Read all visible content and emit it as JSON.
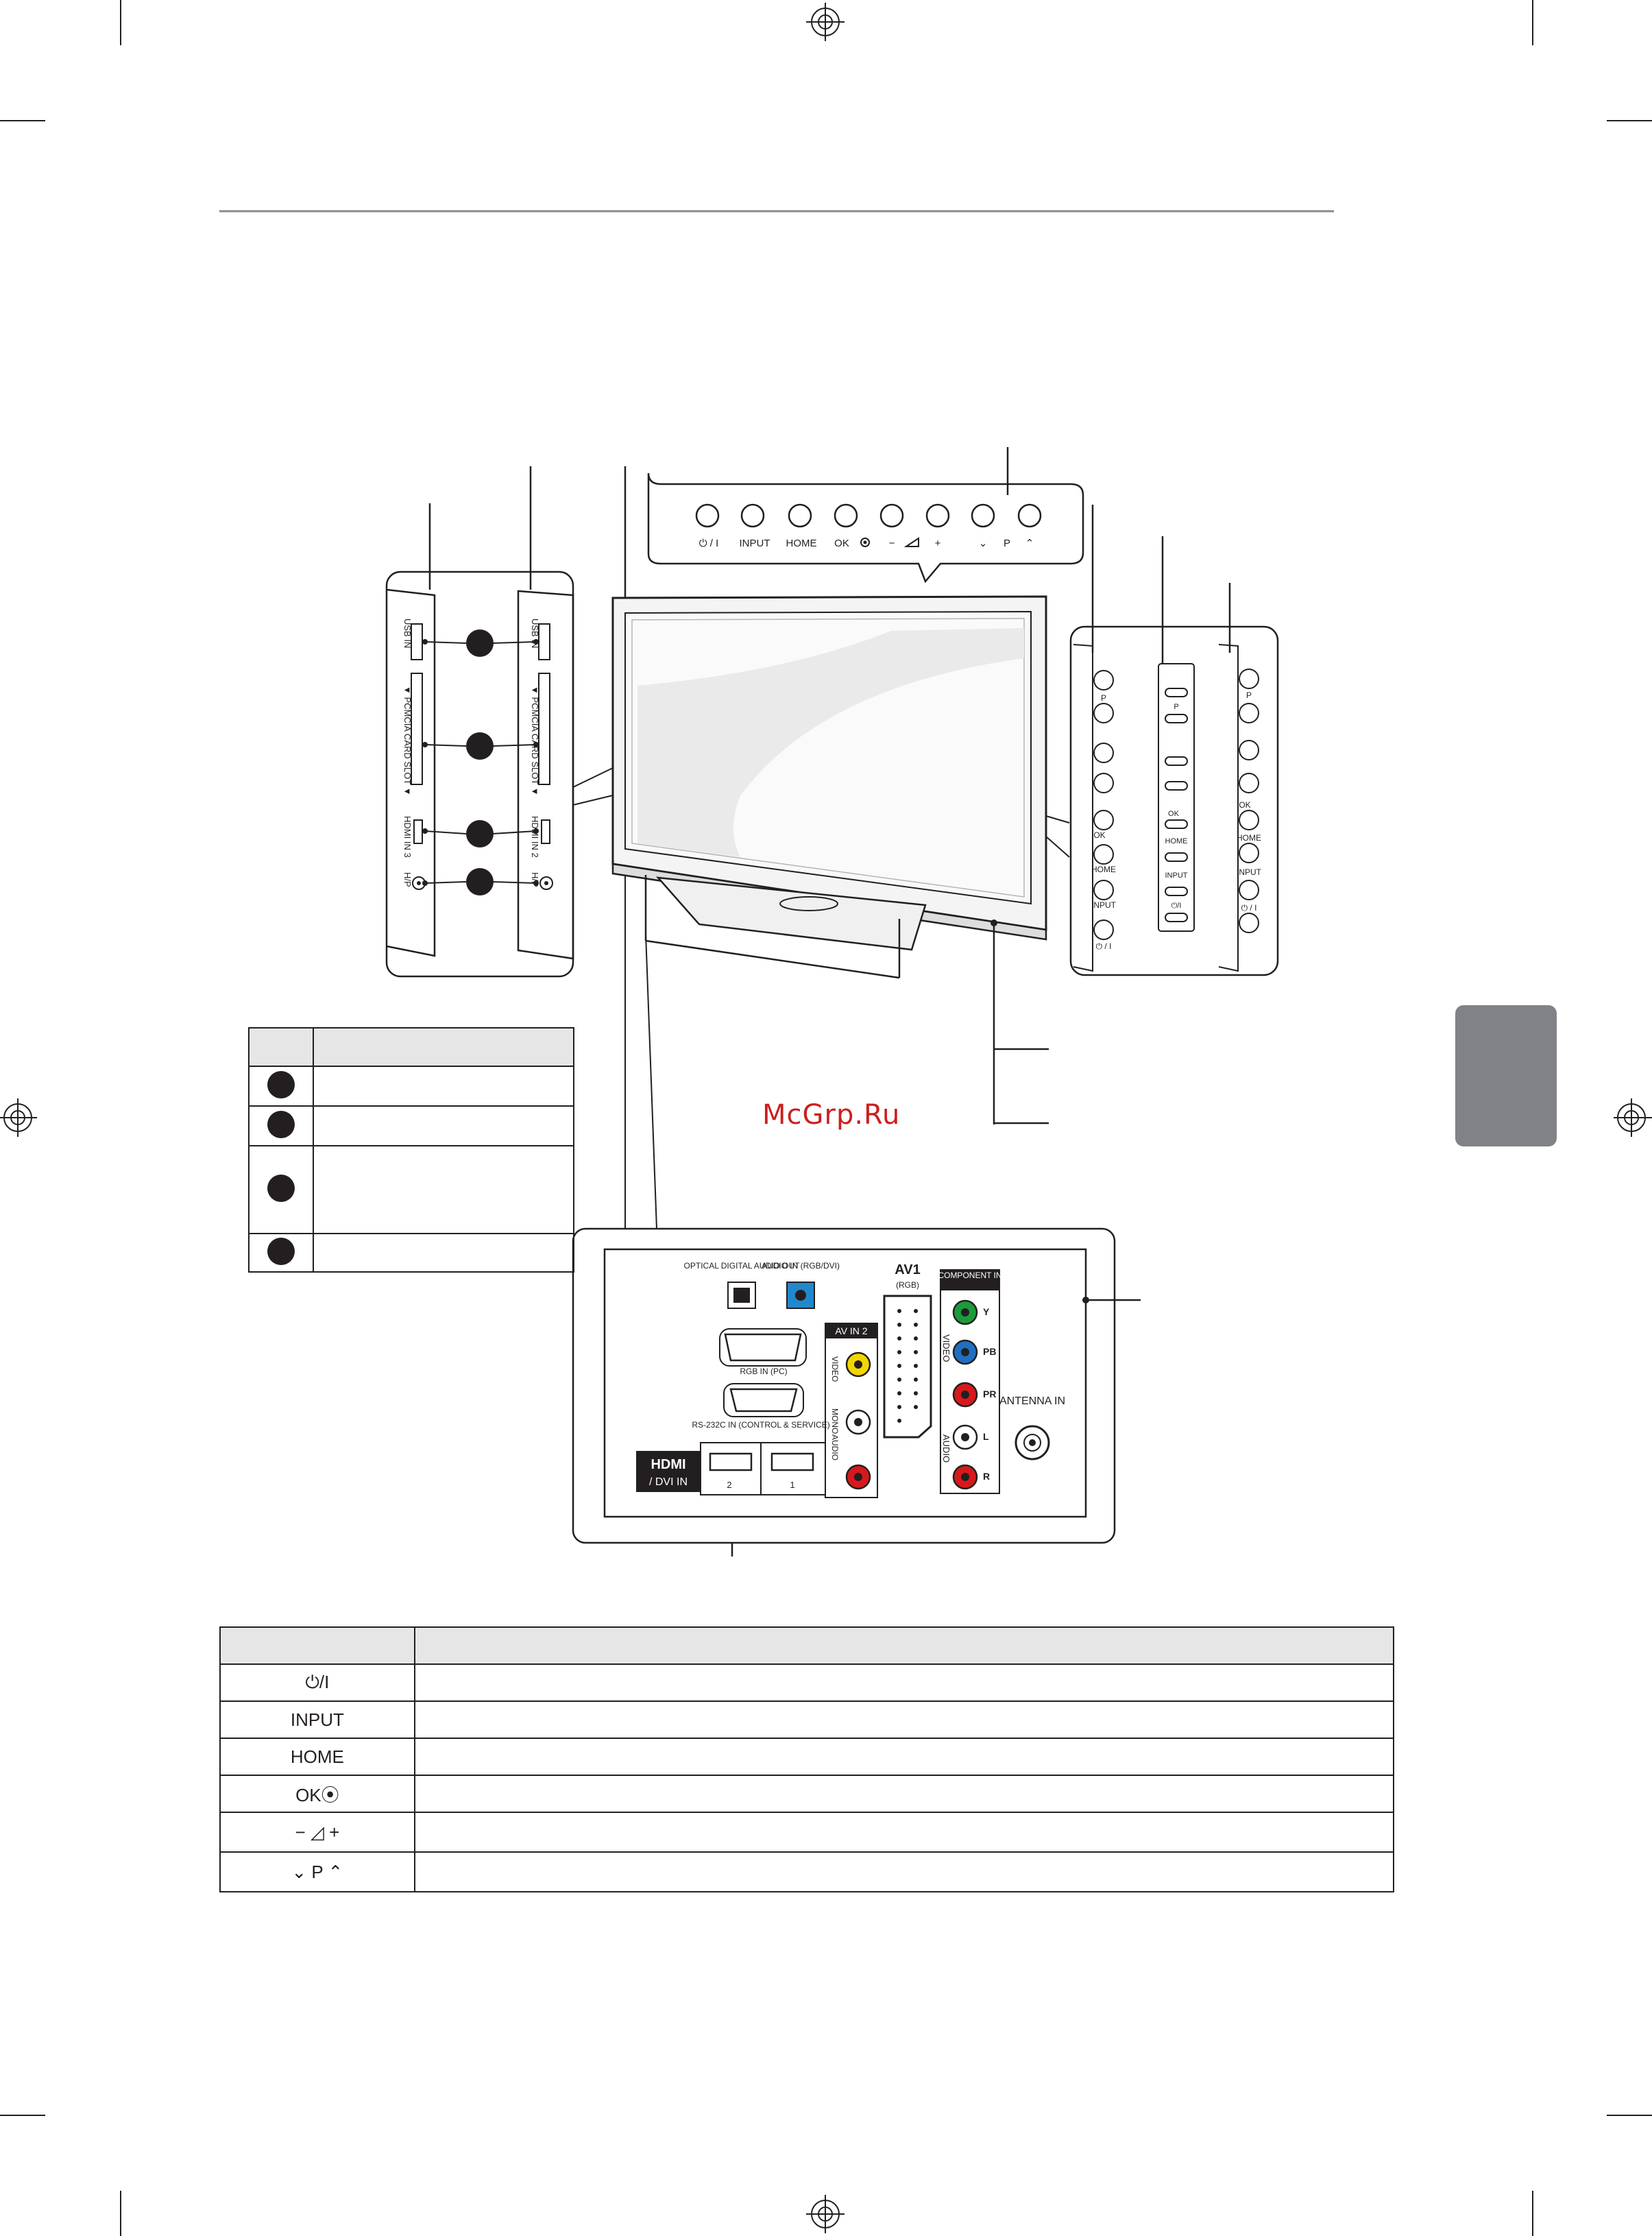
{
  "watermark": "McGrp.Ru",
  "top_button_panel": {
    "labels": [
      "⏻ / I",
      "INPUT",
      "HOME",
      "OK",
      "−",
      "+",
      "⌄",
      "P",
      "⌃"
    ]
  },
  "side_panel_left": {
    "outer_labels": [
      "USB IN",
      "▼ PCMCIA CARD SLOT ▼",
      "HDMI IN 3",
      "H/P"
    ],
    "inner_labels": [
      "USB IN",
      "▼ PCMCIA CARD SLOT ▼",
      "HDMI IN 2",
      "H/P"
    ]
  },
  "side_panel_right": {
    "col1": [
      "P",
      "OK",
      "HOME",
      "INPUT",
      "⏻ / I"
    ],
    "col2": [
      "P",
      "OK",
      "HOME",
      "INPUT",
      "⏻/I"
    ],
    "col3": [
      "P",
      "OK",
      "HOME",
      "INPUT",
      "⏻ / I"
    ]
  },
  "rear_panel": {
    "optical_label": "OPTICAL DIGITAL AUDIO OUT",
    "audio_in_label": "AUDIO IN (RGB/DVI)",
    "rgb_label": "RGB IN (PC)",
    "rs232_label": "RS-232C IN (CONTROL & SERVICE)",
    "hdmi_badge": "HDMI",
    "dvi_label": "/ DVI IN",
    "hdmi_ports": [
      "2",
      "1"
    ],
    "av_in2_label": "AV IN 2",
    "av_in2_side": [
      "VIDEO",
      "MONO",
      "AUDIO"
    ],
    "av1_label": "AV1",
    "av1_sub": "(RGB)",
    "component_label": "COMPONENT IN",
    "component_jacks": [
      "Y",
      "PB",
      "PR",
      "L",
      "R"
    ],
    "component_side": [
      "VIDEO",
      "AUDIO"
    ],
    "antenna_label": "ANTENNA IN"
  },
  "legend_table": {
    "rows": 4
  },
  "buttons_table": {
    "rows": [
      {
        "button": "⏻/I"
      },
      {
        "button": "INPUT"
      },
      {
        "button": "HOME"
      },
      {
        "button": "OK⦿"
      },
      {
        "button": "−  ◿  +"
      },
      {
        "button": "⌄  P  ⌃"
      }
    ]
  },
  "colors": {
    "ink": "#231f20",
    "tab_gray": "#808285",
    "header_gray": "#e6e6e6",
    "jack_yellow": "#f2d600",
    "jack_red": "#d7191c",
    "jack_green": "#1a9c3c",
    "jack_blue": "#1f6fc2",
    "audio_blue": "#2288cc"
  }
}
